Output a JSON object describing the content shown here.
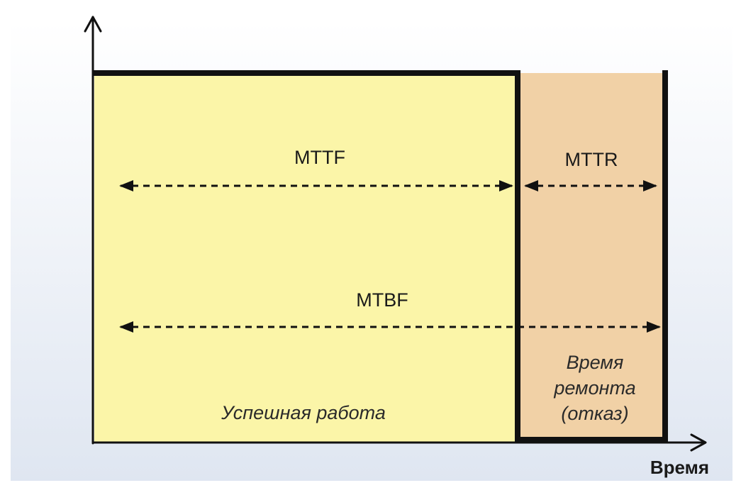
{
  "colors": {
    "background_top": "#ffffff",
    "background_bottom": "#dfe6f1",
    "success_region": "#fbf5a8",
    "repair_region": "#f1d1a6",
    "lines": "#111111"
  },
  "diagram": {
    "labels": {
      "mttf": "MTTF",
      "mttr": "MTTR",
      "mtbf": "MTBF",
      "success_region": "Успешная работа",
      "repair_line1": "Время",
      "repair_line2": "ремонта",
      "repair_line3": "(отказ)",
      "time_axis": "Время"
    }
  }
}
